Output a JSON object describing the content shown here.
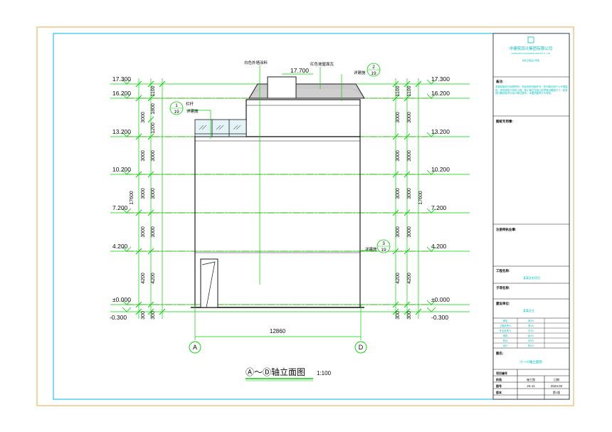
{
  "drawing": {
    "title": "Ⓐ～Ⓓ轴立面图",
    "scale": "1:100",
    "axis_left": "A",
    "axis_right": "D",
    "overall_width": "12860",
    "total_height": "17600",
    "level_labels": [
      "17.300",
      "16.200",
      "13.200",
      "10.200",
      "7.200",
      "4.200",
      "±0.000",
      "-0.300"
    ],
    "left_dims_inner": [
      "1100",
      "1800",
      "1200",
      "3000",
      "3000",
      "3000",
      "4200",
      "300"
    ],
    "left_dims_outer": [
      "3000",
      "3000",
      "3000",
      "3000",
      "4200",
      "300"
    ],
    "right_dims_inner": [
      "1100",
      "3000",
      "3000",
      "3000",
      "3000",
      "4200",
      "300"
    ],
    "right_dims_outer": [
      "1100",
      "3000",
      "3000",
      "3000",
      "3000",
      "4200",
      "300"
    ],
    "roof_top_level": "17.700",
    "callouts": [
      {
        "num": "1",
        "sheet": "19",
        "text": "栏杆",
        "text2": "详建施"
      },
      {
        "num": "2",
        "sheet": "19",
        "text": "详建施"
      },
      {
        "num": "3",
        "sheet": "19",
        "text": "详建施"
      }
    ],
    "notes": {
      "wall_finish": "白色外墙涂料",
      "roof_finish": "红色坡屋面瓦"
    }
  },
  "title_block": {
    "company": "中建院设计集团有限公司",
    "company_en": "ZHONGJIANYUAN DESIGN GROUP CO., LTD.",
    "cert_line": "建筑工程设计甲级",
    "notes_label": "备注:",
    "notes_body": "本图纸版权归本院所有，未经本院书面许可，任何单位和个人不得复制、修改或用于其他工程。施工单位在施工前须核对图纸尺寸，如发现问题请及时与设计单位联系。本图须盖章方为有效。",
    "reg_label": "图纸专用章:",
    "approval_label": "注册师执业章:",
    "project_label": "工程名称:",
    "project_name": "某某住宅项目",
    "sub_label": "子项名称:",
    "client_label": "建设单位:",
    "client_name": "某某业主",
    "sig_rows": [
      [
        "审定",
        "张XX"
      ],
      [
        "工程负责人",
        "李XX"
      ],
      [
        "专业负责人",
        "王XX"
      ],
      [
        "审核",
        "赵XX"
      ],
      [
        "校对",
        "刘XX"
      ],
      [
        "设计",
        "陈XX"
      ]
    ],
    "drawing_name_label": "图名:",
    "drawing_name": "Ⓐ～Ⓓ轴立面图",
    "meta_row1": [
      "项目编号",
      ""
    ],
    "meta_row2": [
      "阶段",
      "施工图",
      "日期"
    ],
    "meta_row3": [
      "图号",
      "JS-11",
      "2023.02"
    ],
    "meta_row4": [
      "版本",
      "",
      "第1版"
    ]
  },
  "colors": {
    "frame_outer": "#e8b86d",
    "frame_inner": "#00b7e4",
    "dim_line": "#00d200",
    "red_line": "#d4001a",
    "wall": "#1a1a1a",
    "text_dark": "#0a0a0a",
    "cyan_text": "#00c0c0"
  }
}
